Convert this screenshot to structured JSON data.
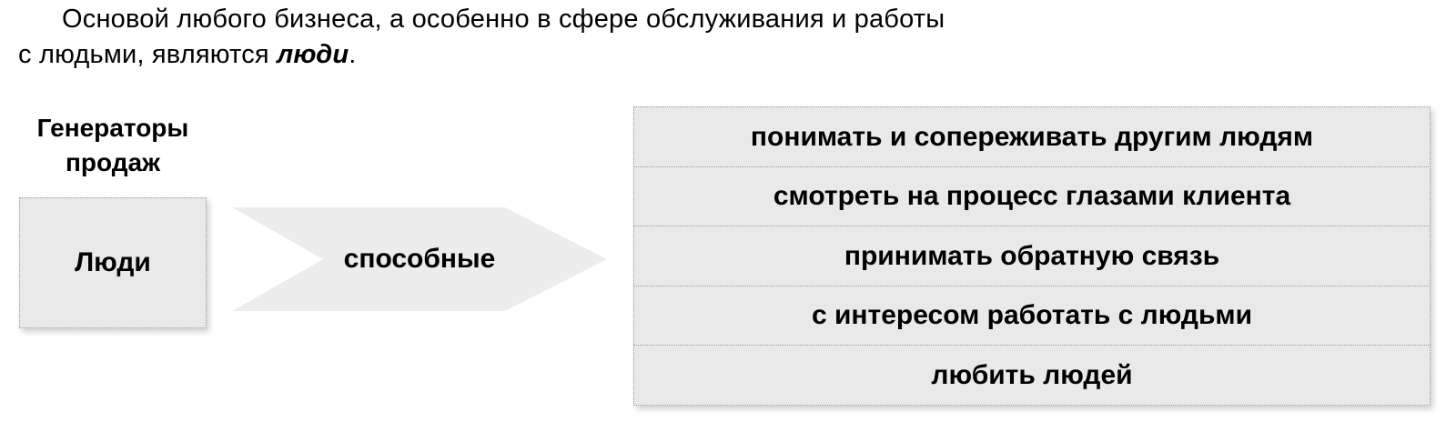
{
  "intro": {
    "line1": "Основой любого бизнеса, а особенно в сфере обслуживания и работы",
    "line2_prefix": "с людьми, являются ",
    "line2_emphasis": "люди",
    "line2_suffix": "."
  },
  "diagram": {
    "heading_line1": "Генераторы",
    "heading_line2": "продаж",
    "source_box": "Люди",
    "arrow_label": "способные",
    "abilities": [
      "понимать и сопереживать другим людям",
      "смотреть на процесс глазами клиента",
      "принимать обратную связь",
      "с интересом работать с людьми",
      "любить людей"
    ]
  },
  "colors": {
    "box_fill": "#e9e9e9",
    "arrow_fill": "#ececec",
    "border": "#9a9a9a",
    "text": "#000000"
  }
}
